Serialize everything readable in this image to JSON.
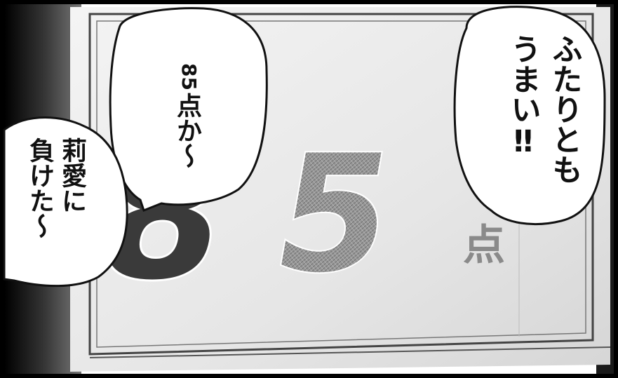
{
  "screen": {
    "score_digit_8": "8",
    "score_digit_5": "5",
    "score_unit": "点"
  },
  "bubbles": {
    "right_line1": "ふたりとも",
    "right_line2": "うまい‼",
    "center_line1": "85",
    "center_line2": "点か〜",
    "left_line1": "莉愛に",
    "left_line2": "負けた〜"
  },
  "colors": {
    "ink": "#111111",
    "screen_bg": "#e9e9e9",
    "digit_dark": "#3a3a3a",
    "digit_light": "#8a8a8a"
  }
}
